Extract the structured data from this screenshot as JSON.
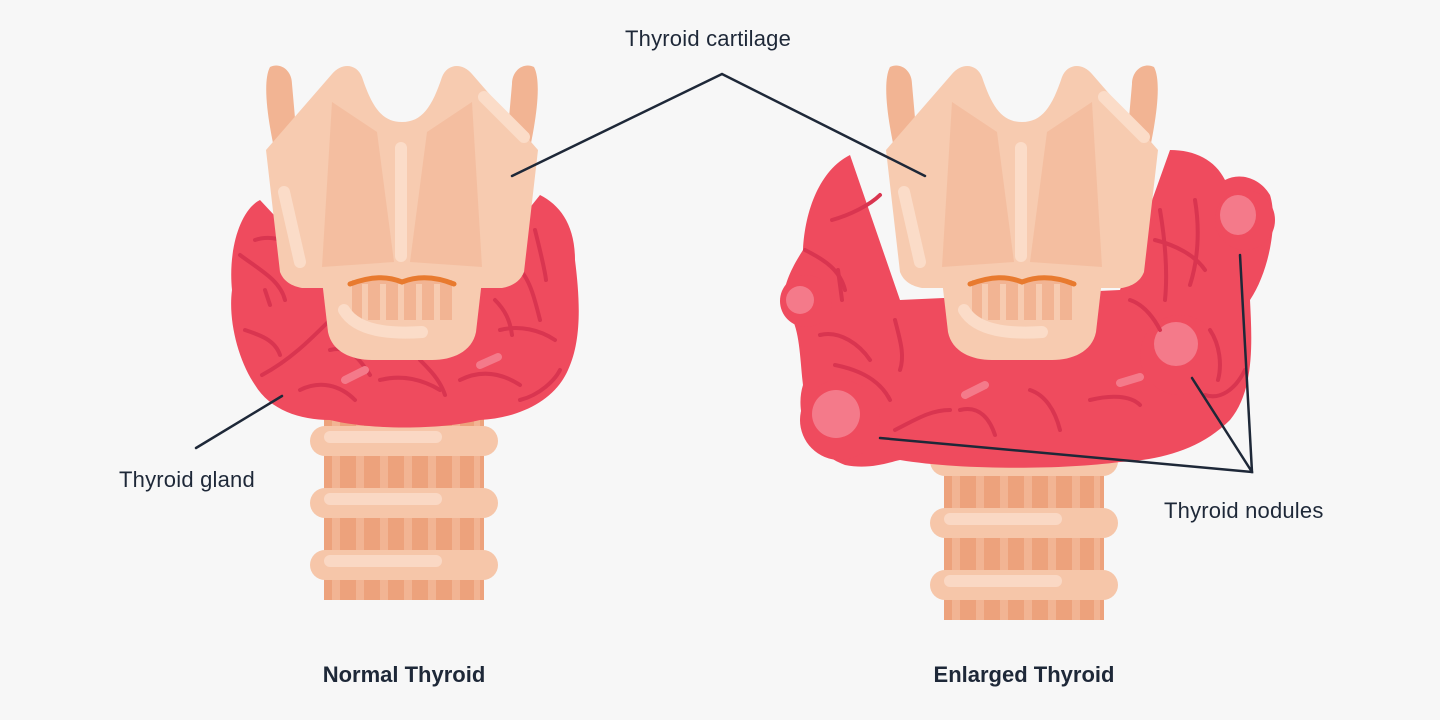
{
  "labels": {
    "cartilage": "Thyroid cartilage",
    "gland": "Thyroid gland",
    "nodules": "Thyroid nodules"
  },
  "panels": [
    {
      "title": "Normal Thyroid"
    },
    {
      "title": "Enlarged Thyroid"
    }
  ],
  "colors": {
    "background": "#f7f7f7",
    "gland": "#ef4b5e",
    "gland_dark": "#d93550",
    "nodule": "#f47a8a",
    "cartilage_light": "#f7cbb0",
    "cartilage_mid": "#f2b493",
    "cartilage_highlight": "#fbdcc8",
    "trachea": "#eda27c",
    "trachea_ring": "#f6c6a9",
    "hyoid_line": "#e87a2f",
    "leader_line": "#1e2838",
    "text": "#1e2838"
  }
}
